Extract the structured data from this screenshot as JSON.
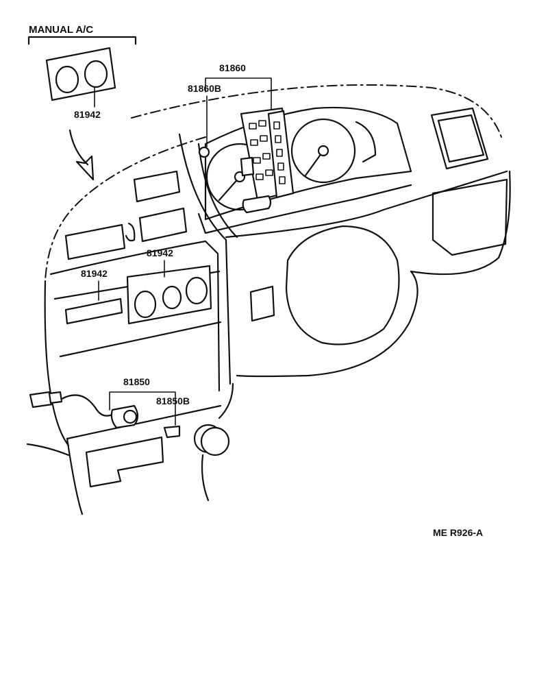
{
  "labels": {
    "manual_ac": "MANUAL A/C",
    "part_81942_top": "81942",
    "part_81860": "81860",
    "part_81860b": "81860B",
    "part_81942_left": "81942",
    "part_81942_right": "81942",
    "part_81850": "81850",
    "part_81850b": "81850B"
  },
  "figure_code": "ME R926-A"
}
